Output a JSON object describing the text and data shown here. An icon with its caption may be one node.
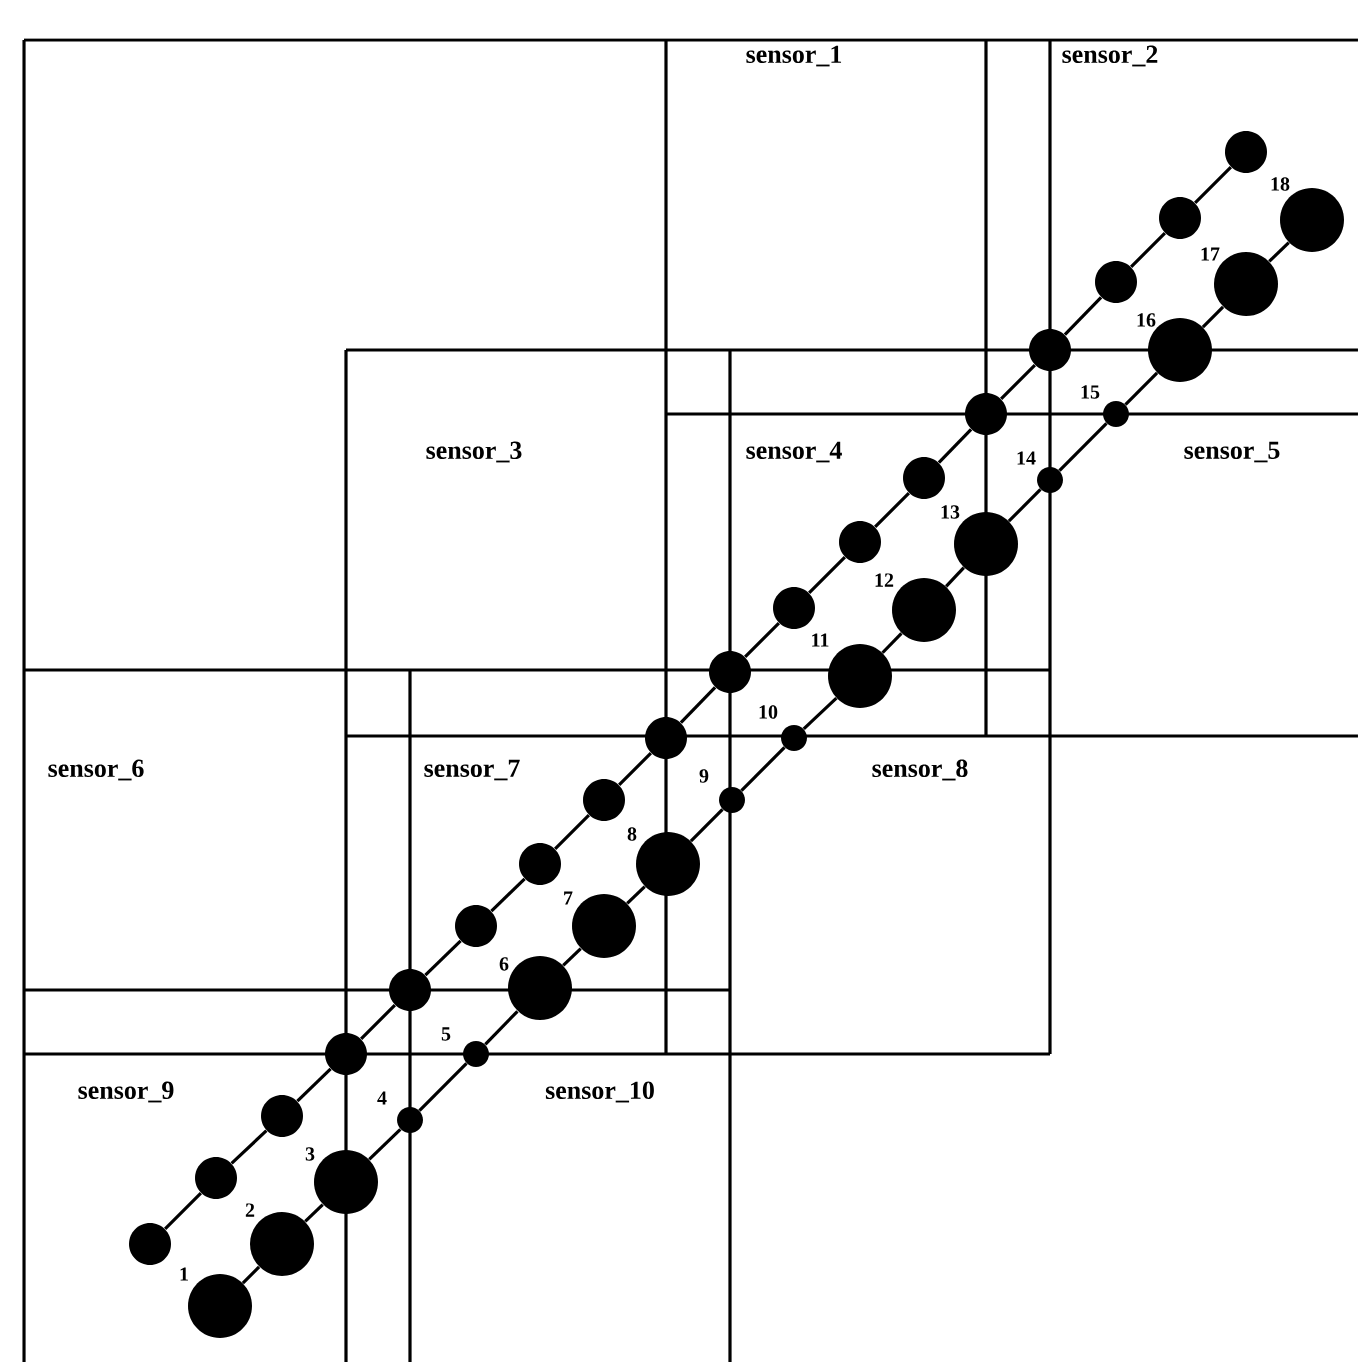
{
  "diagram": {
    "nodes": [
      {
        "text": [],
        "shape": "circle"
      },
      {
        "text": [],
        "shape": "circle"
      },
      {
        "text": [],
        "shape": "circle"
      },
      {
        "text": [],
        "shape": "circle"
      },
      {
        "text": [],
        "shape": "circle"
      },
      {
        "text": [],
        "shape": "circle"
      },
      {
        "text": [],
        "shape": "circle"
      },
      {
        "text": [],
        "shape": "circle"
      },
      {
        "text": [],
        "shape": "circle"
      },
      {
        "text": [],
        "shape": "circle"
      },
      {
        "text": [],
        "shape": "circle"
      },
      {
        "text": [],
        "shape": "circle"
      },
      {
        "text": [],
        "shape": "circle"
      },
      {
        "text": [],
        "shape": "circle"
      },
      {
        "text": [],
        "shape": "circle"
      },
      {
        "text": [],
        "shape": "circle"
      },
      {
        "text": [],
        "shape": "circle"
      },
      {
        "text": [],
        "shape": "circle"
      },
      {
        "text": [],
        "shape": "circle",
        "beside": [
          "1"
        ]
      },
      {
        "text": [],
        "shape": "circle",
        "beside": [
          "2"
        ]
      },
      {
        "text": [],
        "shape": "circle",
        "beside": [
          "3"
        ]
      },
      {
        "text": [],
        "shape": "circle",
        "beside": [
          "4"
        ]
      },
      {
        "text": [],
        "shape": "circle",
        "beside": [
          "5"
        ]
      },
      {
        "text": [],
        "shape": "circle",
        "beside": [
          "6"
        ]
      },
      {
        "text": [],
        "shape": "circle",
        "beside": [
          "7"
        ]
      },
      {
        "text": [],
        "shape": "circle",
        "beside": [
          "8"
        ]
      },
      {
        "text": [],
        "shape": "circle",
        "beside": [
          "9"
        ]
      },
      {
        "text": [],
        "shape": "circle",
        "beside": [
          "10"
        ]
      },
      {
        "text": [],
        "shape": "circle",
        "beside": [
          "11"
        ]
      },
      {
        "text": [],
        "shape": "circle",
        "beside": [
          "12"
        ]
      },
      {
        "text": [],
        "shape": "circle",
        "beside": [
          "13"
        ]
      },
      {
        "text": [],
        "shape": "circle",
        "beside": [
          "14"
        ]
      },
      {
        "text": [],
        "shape": "circle",
        "beside": [
          "15"
        ]
      },
      {
        "text": [],
        "shape": "circle",
        "beside": [
          "16"
        ]
      },
      {
        "text": [],
        "shape": "circle",
        "beside": [
          "17"
        ]
      },
      {
        "text": [],
        "shape": "circle",
        "beside": [
          "18"
        ]
      }
    ],
    "edges": [
      {
        "from": 0,
        "to": 1,
        "arrow": "none"
      },
      {
        "from": 1,
        "to": 2,
        "arrow": "none"
      },
      {
        "from": 2,
        "to": 3,
        "arrow": "none"
      },
      {
        "from": 3,
        "to": 4,
        "arrow": "none"
      },
      {
        "from": 4,
        "to": 5,
        "arrow": "none"
      },
      {
        "from": 5,
        "to": 6,
        "arrow": "none"
      },
      {
        "from": 6,
        "to": 7,
        "arrow": "none"
      },
      {
        "from": 7,
        "to": 8,
        "arrow": "none"
      },
      {
        "from": 8,
        "to": 9,
        "arrow": "none"
      },
      {
        "from": 9,
        "to": 10,
        "arrow": "none"
      },
      {
        "from": 10,
        "to": 11,
        "arrow": "none"
      },
      {
        "from": 11,
        "to": 12,
        "arrow": "none"
      },
      {
        "from": 12,
        "to": 13,
        "arrow": "none"
      },
      {
        "from": 13,
        "to": 14,
        "arrow": "none"
      },
      {
        "from": 14,
        "to": 15,
        "arrow": "none"
      },
      {
        "from": 15,
        "to": 16,
        "arrow": "none"
      },
      {
        "from": 16,
        "to": 17,
        "arrow": "none"
      },
      {
        "from": 18,
        "to": 19,
        "arrow": "none"
      },
      {
        "from": 19,
        "to": 20,
        "arrow": "none"
      },
      {
        "from": 20,
        "to": 21,
        "arrow": "none"
      },
      {
        "from": 21,
        "to": 22,
        "arrow": "none"
      },
      {
        "from": 22,
        "to": 23,
        "arrow": "none"
      },
      {
        "from": 23,
        "to": 24,
        "arrow": "none"
      },
      {
        "from": 24,
        "to": 25,
        "arrow": "none"
      },
      {
        "from": 25,
        "to": 26,
        "arrow": "none"
      },
      {
        "from": 26,
        "to": 27,
        "arrow": "none"
      },
      {
        "from": 27,
        "to": 28,
        "arrow": "none"
      },
      {
        "from": 28,
        "to": 29,
        "arrow": "none"
      },
      {
        "from": 29,
        "to": 30,
        "arrow": "none"
      },
      {
        "from": 30,
        "to": 31,
        "arrow": "none"
      },
      {
        "from": 31,
        "to": 32,
        "arrow": "none"
      },
      {
        "from": 32,
        "to": 33,
        "arrow": "none"
      },
      {
        "from": 33,
        "to": 34,
        "arrow": "none"
      },
      {
        "from": 34,
        "to": 35,
        "arrow": "none"
      }
    ],
    "labels": [
      "sensor_1",
      "sensor_2",
      "sensor_3",
      "sensor_4",
      "sensor_5",
      "sensor_6",
      "sensor_7",
      "sensor_8",
      "sensor_9",
      "sensor_10"
    ]
  }
}
